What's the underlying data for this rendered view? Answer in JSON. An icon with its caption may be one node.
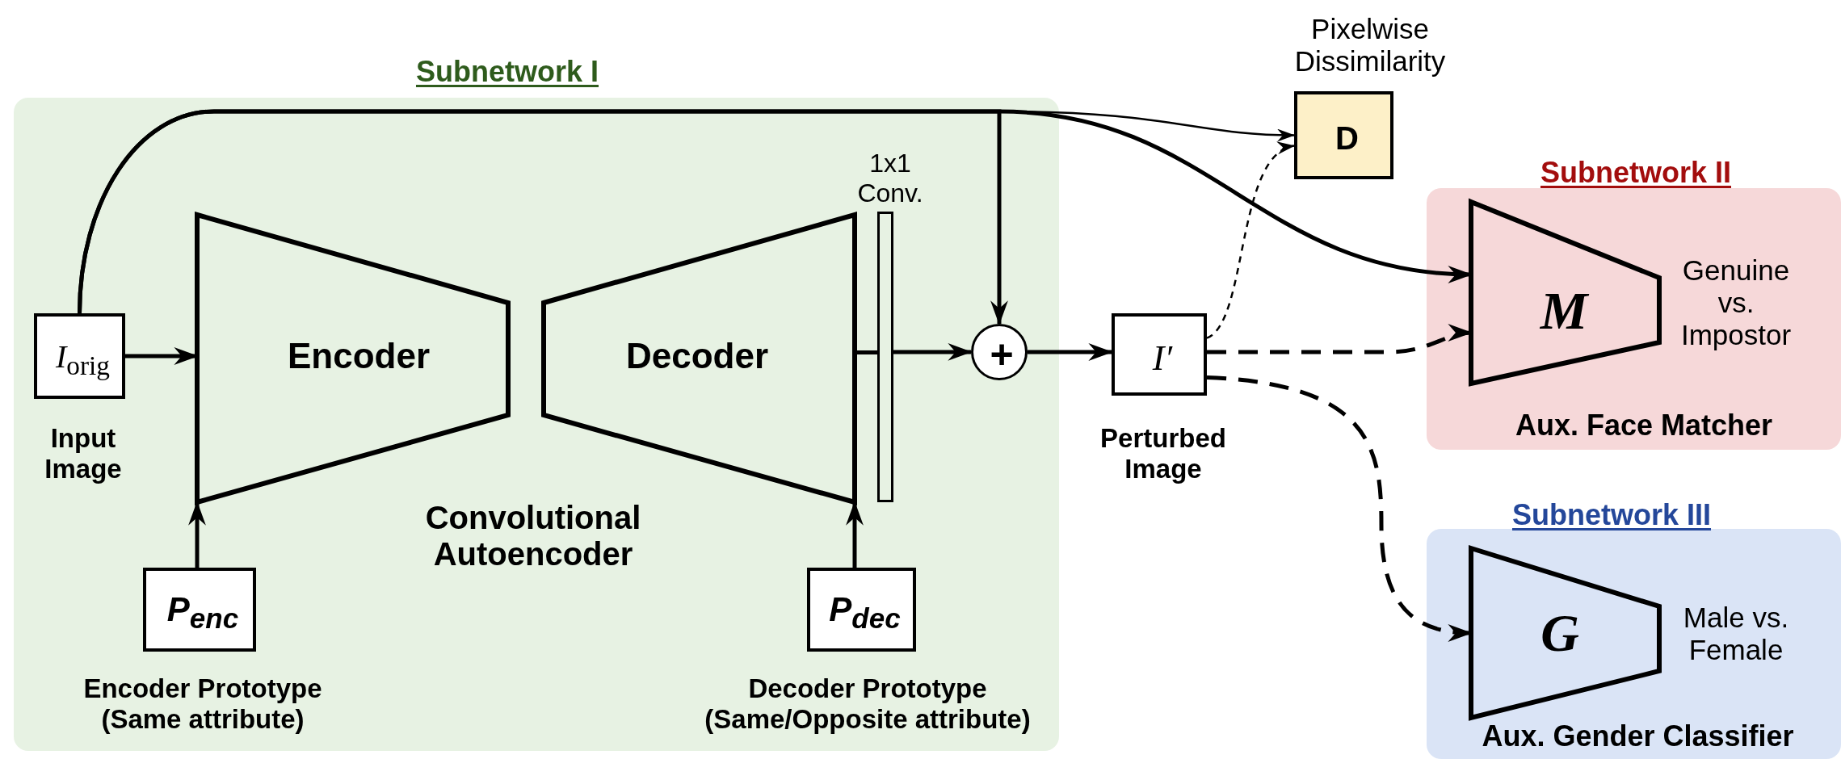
{
  "diagram": {
    "nodes": [
      {
        "text": [
          "Subnetwork I",
          "Convolutional Autoencoder"
        ]
      },
      {
        "text": [
          "*I*$_{orig}$"
        ],
        "beside": [
          "Input Image"
        ],
        "in": 0
      },
      {
        "text": [
          "Encoder"
        ],
        "in": 0
      },
      {
        "text": [
          "Decoder"
        ],
        "in": 0
      },
      {
        "text": [
          "1x1 Conv."
        ],
        "in": 0
      },
      {
        "text": [
          "P$_{enc}$"
        ],
        "beside": [
          "Encoder Prototype (Same attribute)"
        ],
        "in": 0
      },
      {
        "text": [
          "P$_{dec}$"
        ],
        "beside": [
          "Decoder Prototype (Same/Opposite attribute)"
        ],
        "in": 0
      },
      {
        "text": [
          "+"
        ],
        "in": 0
      },
      {
        "text": [
          "I′"
        ],
        "beside": [
          "Perturbed Image"
        ]
      },
      {
        "text": [
          "D"
        ],
        "beside": [
          "Pixelwise Dissimilarity"
        ]
      },
      {
        "text": [
          "Subnetwork II",
          "Aux. Face Matcher"
        ]
      },
      {
        "text": [
          "M"
        ],
        "beside": [
          "Genuine vs. Impostor"
        ],
        "in": 10
      },
      {
        "text": [
          "Subnetwork III",
          "Aux. Gender Classifier"
        ]
      },
      {
        "text": [
          "G"
        ],
        "beside": [
          "Male vs. Female"
        ],
        "in": 12
      }
    ],
    "edges": [
      {
        "from": 1,
        "to": 2,
        "arrow": "to"
      },
      {
        "from": 5,
        "to": 2,
        "arrow": "to"
      },
      {
        "from": 6,
        "to": 3,
        "arrow": "to"
      },
      {
        "from": 3,
        "to": 4,
        "arrow": "none"
      },
      {
        "from": 4,
        "to": 7,
        "arrow": "to"
      },
      {
        "from": 7,
        "to": 8,
        "arrow": "to"
      },
      {
        "from": 1,
        "to": 7,
        "arrow": "to"
      },
      {
        "from": 1,
        "to": 9,
        "arrow": "to"
      },
      {
        "from": 1,
        "to": 11,
        "arrow": "to"
      },
      {
        "from": 8,
        "to": 9,
        "arrow": "to",
        "style": "dashed"
      },
      {
        "from": 8,
        "to": 11,
        "arrow": "to",
        "style": "dashed"
      },
      {
        "from": 8,
        "to": 13,
        "arrow": "to",
        "style": "dashed"
      }
    ]
  }
}
